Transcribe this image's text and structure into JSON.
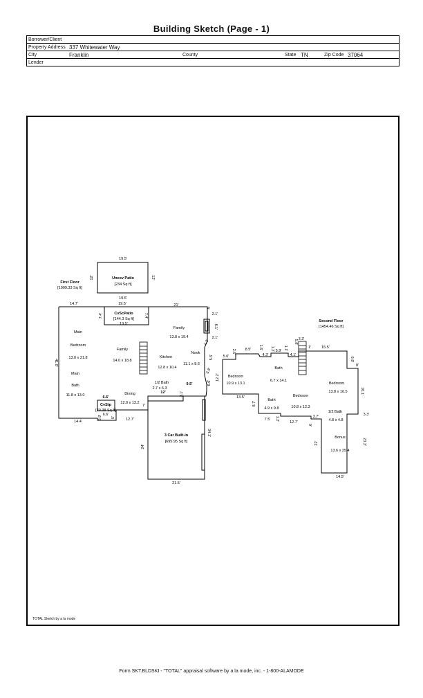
{
  "title": "Building Sketch (Page - 1)",
  "header": {
    "borrower_label": "Borrower/Client",
    "borrower_value": "",
    "address_label": "Property Address",
    "address_value": "337 Whitewater Way",
    "city_label": "City",
    "city_value": "Franklin",
    "county_label": "County",
    "county_value": "",
    "state_label": "State",
    "state_value": "TN",
    "zip_label": "Zip Code",
    "zip_value": "37064",
    "lender_label": "Lender",
    "lender_value": ""
  },
  "sketch": {
    "caption": "TOTAL Sketch by a la mode",
    "patio": {
      "name": "Uncov Patio",
      "area": "[234 Sq ft]",
      "top": "19.5'",
      "bottom": "19.5'",
      "side": "12'",
      "right": "12'"
    },
    "first_floor": {
      "name": "First Floor",
      "area": "[1909.33 Sq ft]"
    },
    "cvscpatio": {
      "name": "CvScPatio",
      "area": "[144.3 Sq ft]",
      "dim": "19.5'",
      "left": "7.4'",
      "right": "7.4'",
      "top": "19.5'"
    },
    "garage": {
      "name": "3 Car Built-in",
      "area": "[695.95 Sq ft]",
      "left": "24'",
      "right": "34.1'",
      "bottom": "21.5'",
      "top": "9.5'"
    },
    "cvstp": {
      "name": "CvStp",
      "area": "[20.38 Sq ft]",
      "top": "6.6'",
      "bottom": "6.6'"
    },
    "second_floor": {
      "name": "Second Floor",
      "area": "[1454.46 Sq ft]"
    },
    "rooms": {
      "main": "Main",
      "bedroom": "Bedroom",
      "main_bed_dim": "13.0 x 21.8",
      "main2": "Main",
      "bath": "Bath",
      "main_bath_dim": "11.8 x 13.0",
      "family": "Family",
      "family_dim": "14.0 x 18.8",
      "family2": "Family",
      "family2_dim": "13.8 x 19.4",
      "kitchen": "Kitchen",
      "kitchen_dim": "12.8 x 10.4",
      "nook": "Nook",
      "nook_dim": "11.1 x 8.6",
      "half_bath": "1/2 Bath",
      "half_bath_dim": "2.7 x 6.3",
      "dining": "Dining",
      "dining_dim": "12.0 x 12.2",
      "bed2": "Bedroom",
      "bed2_dim": "10.9 x 13.1",
      "bath2": "Bath",
      "bath2_dim": "6.7 x 14.1",
      "bath3": "Bath",
      "bath3_dim": "4.9 x 9.8",
      "bed3": "Bedroom",
      "bed3_dim": "10.8 x 12.3",
      "bed4": "Bedroom",
      "bed4_dim": "13.8 x 16.5",
      "half_bath2": "1/2 Bath",
      "half_bath2_dim": "4.8 x 4.8",
      "bonus": "Bonus",
      "bonus_dim": "13.6 x 25.4"
    },
    "dims1": {
      "top_left": "14.7'",
      "top_mid": "21'",
      "left": "41.8'",
      "bottom_left": "14.4'",
      "bottom_mid": "12.7'",
      "d4": "4'",
      "d21": "2.1'",
      "d61": "6.1'",
      "d21b": "2.1'",
      "d43": "4.3'",
      "d55": "5.5'",
      "d38": "3.8'",
      "d66": "6.6'",
      "d12": "12'",
      "d31": "3.1'",
      "d7": "7'",
      "d69": "6.9'",
      "d5": "5'"
    },
    "dims2": {
      "d56": "5.6'",
      "d25": "2.5'",
      "d85": "8.5'",
      "d15": "1.5'",
      "d43": "4.3'",
      "d12a": "1.2'",
      "d59": "5.9'",
      "d11": "1.1'",
      "d41": "4.1'",
      "d58": "5.8'",
      "d33": "3.3'",
      "d1": "1'",
      "d155": "15.5'",
      "d68": "6.8'",
      "d8": "8'",
      "d122": "12.2'",
      "d161": "16.1'",
      "d135": "13.5'",
      "d87": "8.7'",
      "d75": "7.5'",
      "d12b": "1.2'",
      "d127": "12.7'",
      "d37": "3.7'",
      "d9": "9'",
      "d33b": "3.3'",
      "d22": "22'",
      "d233": "23.3'",
      "d145": "14.5'"
    }
  },
  "footer": "Form SKT.BLDSKI - \"TOTAL\" appraisal software by a la mode, inc. - 1-800-ALAMODE"
}
